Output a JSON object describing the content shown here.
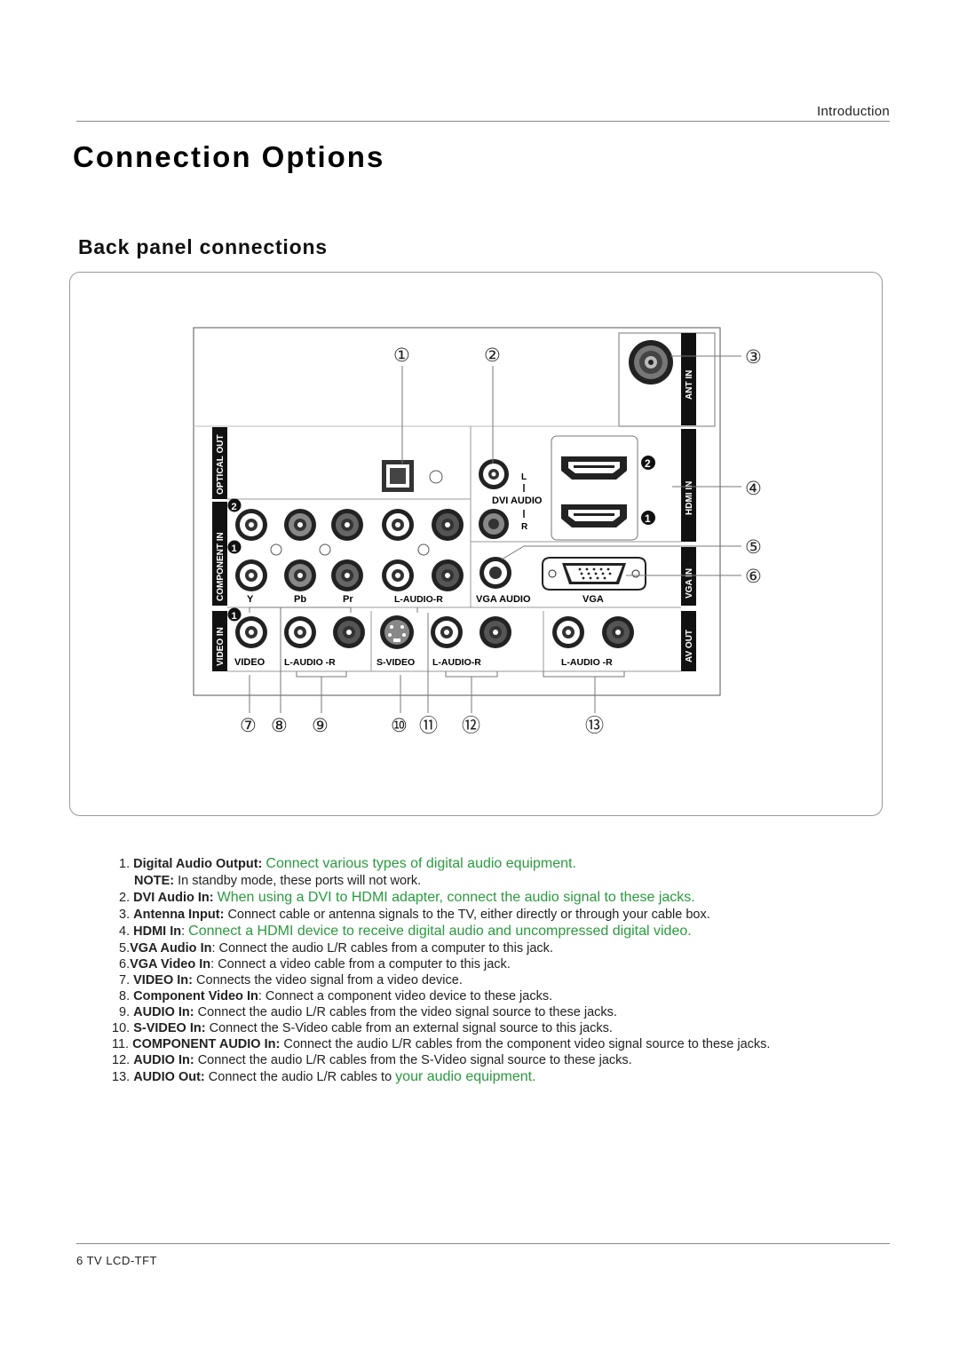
{
  "header": {
    "section_label": "Introduction",
    "page_title": "Connection Options"
  },
  "section_heading": "Back panel connections",
  "panel": {
    "callouts": [
      "①",
      "②",
      "③",
      "④",
      "⑤",
      "⑥",
      "⑦",
      "⑧",
      "⑨",
      "⑩",
      "⑪",
      "⑫",
      "⑬"
    ],
    "vertical_labels": {
      "optical_out": "OPTICAL OUT",
      "component_in": "COMPONENT IN",
      "video_in": "VIDEO IN",
      "ant_in": "ANT IN",
      "hdmi_in": "HDMI IN",
      "vga_in": "VGA IN",
      "av_out": "AV OUT"
    },
    "jack_labels": {
      "y": "Y",
      "pb": "Pb",
      "pr": "Pr",
      "component_audio": "L-AUDIO-R",
      "vga_audio": "VGA AUDIO",
      "vga": "VGA",
      "video": "VIDEO",
      "video_audio": "L-AUDIO -R",
      "s_video": "S-VIDEO",
      "svideo_audio": "L-AUDIO-R",
      "av_out_audio": "L-AUDIO -R",
      "dvi_audio": "DVI AUDIO",
      "dvi_l": "L",
      "dvi_r": "R"
    },
    "badges": {
      "comp2": "2",
      "comp1": "1",
      "video1": "1",
      "hdmi2": "2",
      "hdmi1": "1"
    }
  },
  "descriptions": [
    {
      "num": "1.",
      "term": "Digital Audio Output:",
      "text": "",
      "green": "Connect various types of digital audio equipment."
    },
    {
      "num": "",
      "term": "NOTE:",
      "text": " In standby mode, these ports will not work.",
      "green": ""
    },
    {
      "num": "2.",
      "term": "DVI Audio In:",
      "text": "",
      "green": "When using a DVI to HDMI adapter, connect the audio signal to these jacks."
    },
    {
      "num": "3.",
      "term": "Antenna Input:",
      "text": " Connect cable or antenna signals to the TV, either directly or through your cable box.",
      "green": ""
    },
    {
      "num": "4.",
      "term": "HDMI In",
      "text": ":",
      "green": "Connect a HDMI device to receive digital audio and uncompressed digital video."
    },
    {
      "num": "5.",
      "term": "VGA Audio In",
      "text": ": Connect the audio L/R cables from a computer to this jack.",
      "green": ""
    },
    {
      "num": "6.",
      "term": "VGA Video In",
      "text": ": Connect a video cable from a computer to this jack.",
      "green": ""
    },
    {
      "num": "7.",
      "term": "VIDEO In:",
      "text": " Connects the video signal from a video device.",
      "green": ""
    },
    {
      "num": "8.",
      "term": "Component Video In",
      "text": ": Connect a component video device to these jacks.",
      "green": ""
    },
    {
      "num": "9.",
      "term": "AUDIO In:",
      "text": " Connect the audio L/R cables from the video signal source to these jacks.",
      "green": ""
    },
    {
      "num": "10.",
      "term": "S-VIDEO In:",
      "text": " Connect the S-Video cable from an external signal source to this jacks.",
      "green": ""
    },
    {
      "num": "11.",
      "term": "COMPONENT AUDIO In:",
      "text": "  Connect the audio L/R cables from the component video signal source to these jacks.",
      "green": ""
    },
    {
      "num": "12.",
      "term": "AUDIO In:",
      "text": "  Connect the audio L/R cables from the S-Video signal source to these jacks.",
      "green": ""
    },
    {
      "num": "13.",
      "term": "AUDIO Out:",
      "text": " Connect the audio L/R cables to ",
      "green": "your audio equipment."
    }
  ],
  "footer": {
    "text": "6  TV LCD-TFT"
  }
}
